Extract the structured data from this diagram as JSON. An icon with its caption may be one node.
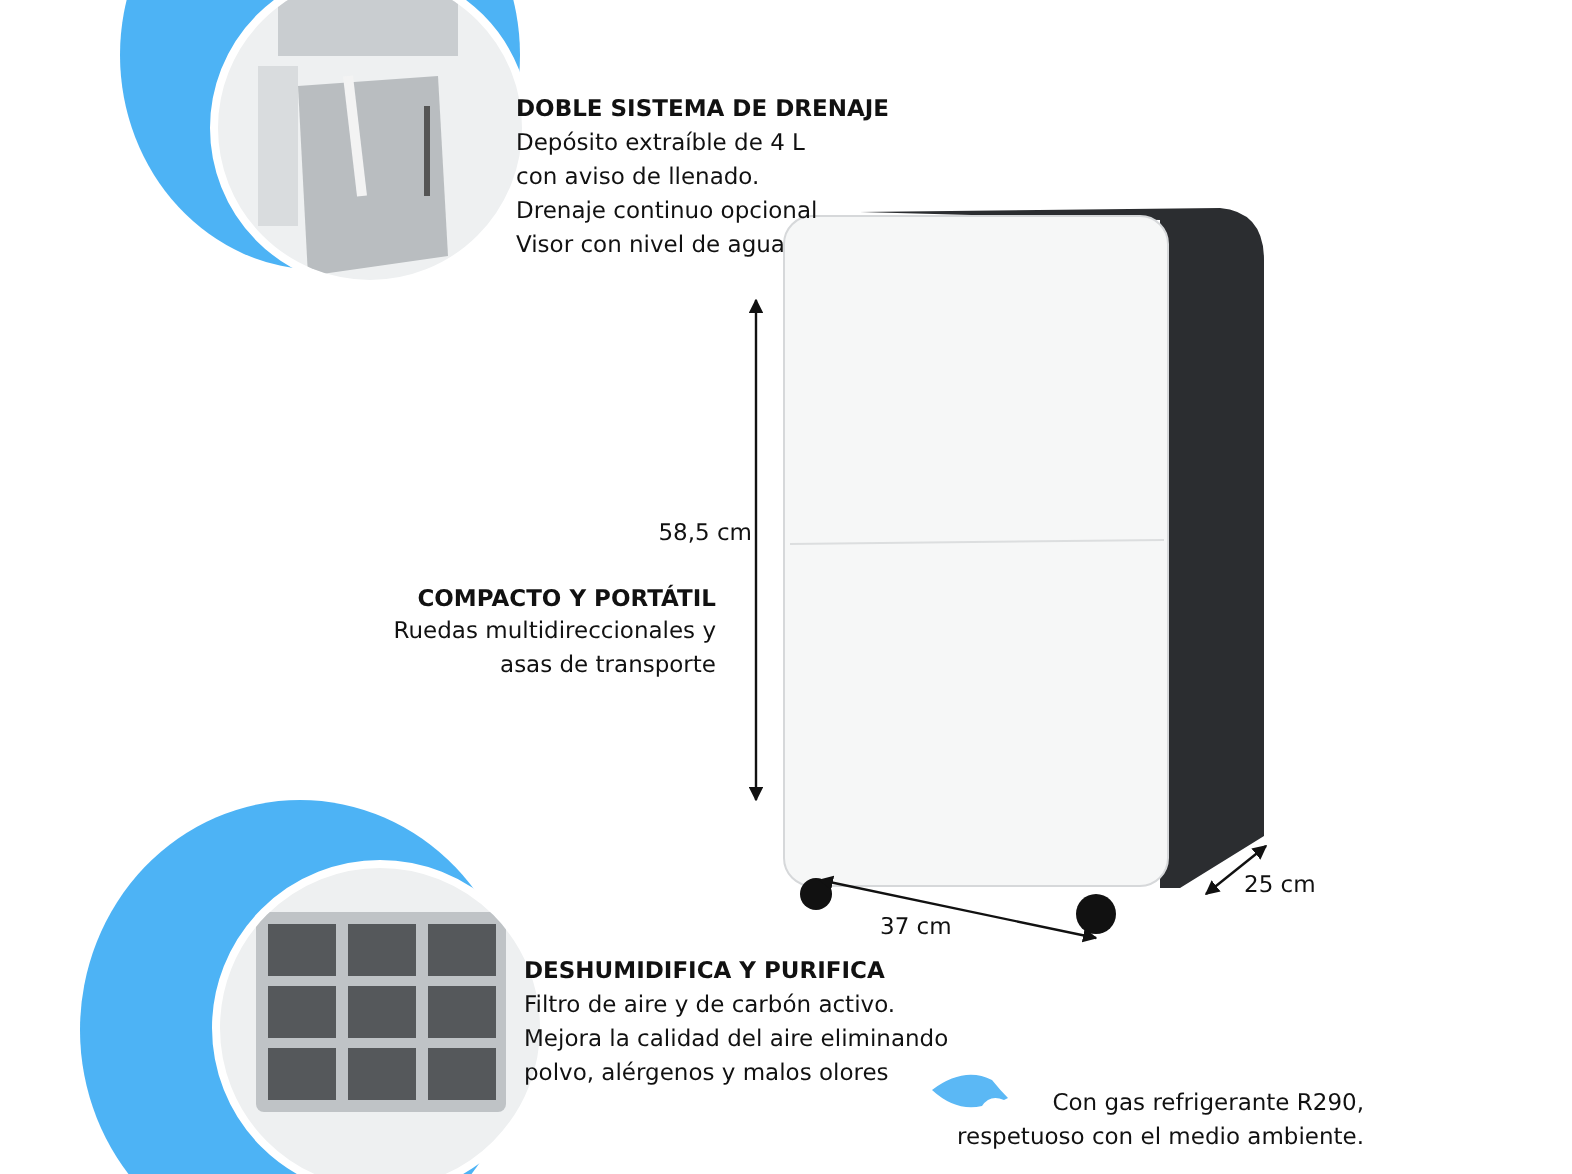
{
  "diagram": {
    "labels": [
      "DOBLE SISTEMA DE DRENAJE",
      "Depósito extraíble de 4 L con aviso de llenado.",
      "Drenaje continuo opcional",
      "Visor con nivel de agua",
      "58,5 cm",
      "COMPACTO Y PORTÁTIL",
      "Ruedas multidireccionales y asas de transporte",
      "37 cm",
      "25 cm",
      "DESHUMIDIFICA Y PURIFICA",
      "Filtro de aire y de carbón activo.",
      "Mejora la calidad del aire eliminando polvo, alérgenos y malos olores",
      "Con gas refrigerante R290, respetuoso con el medio ambiente."
    ]
  }
}
